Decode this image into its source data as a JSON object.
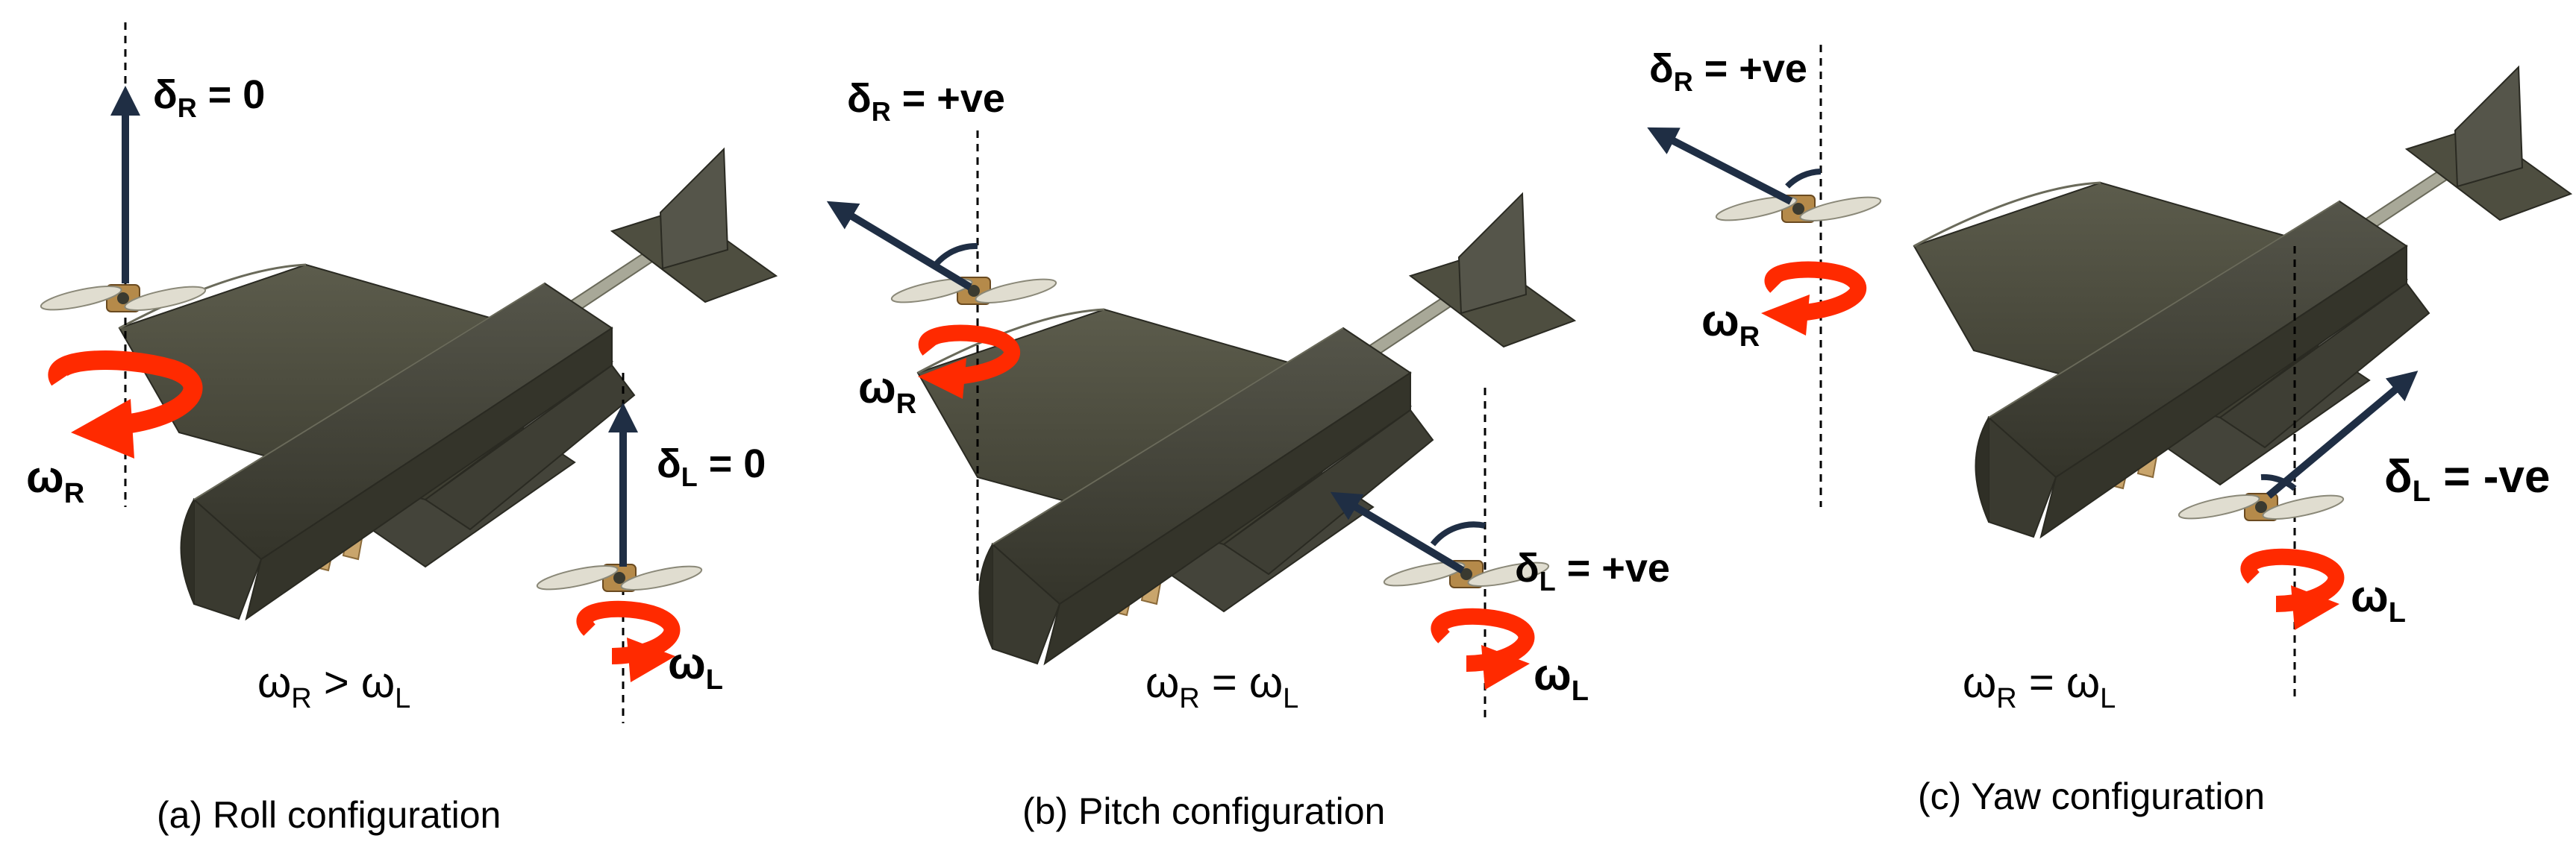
{
  "panels": {
    "roll": {
      "caption": "(a) Roll configuration",
      "delta_r": {
        "sym": "δ",
        "sub": "R",
        "rest": " = 0"
      },
      "delta_l": {
        "sym": "δ",
        "sub": "L",
        "rest": " = 0"
      },
      "omega_r": {
        "sym": "ω",
        "sub": "R"
      },
      "omega_l": {
        "sym": "ω",
        "sub": "L"
      },
      "relation": {
        "a": "ω",
        "a_sub": "R",
        "op": " > ",
        "b": "ω",
        "b_sub": "L"
      }
    },
    "pitch": {
      "caption": "(b) Pitch configuration",
      "delta_r": {
        "sym": "δ",
        "sub": "R",
        "rest": " = +ve"
      },
      "delta_l": {
        "sym": "δ",
        "sub": "L",
        "rest": " = +ve"
      },
      "omega_r": {
        "sym": "ω",
        "sub": "R"
      },
      "omega_l": {
        "sym": "ω",
        "sub": "L"
      },
      "relation": {
        "a": "ω",
        "a_sub": "R",
        "op": " = ",
        "b": "ω",
        "b_sub": "L"
      }
    },
    "yaw": {
      "caption": "(c) Yaw configuration",
      "delta_r": {
        "sym": "δ",
        "sub": "R",
        "rest": " = +ve"
      },
      "delta_l": {
        "sym": "δ",
        "sub": "L",
        "rest": " = -ve"
      },
      "omega_r": {
        "sym": "ω",
        "sub": "R"
      },
      "omega_l": {
        "sym": "ω",
        "sub": "L"
      },
      "relation": {
        "a": "ω",
        "a_sub": "R",
        "op": " = ",
        "b": "ω",
        "b_sub": "L"
      }
    }
  },
  "colors": {
    "airframe": "#4a4a3c",
    "airframe_dark": "#3a3a2e",
    "airframe_light": "#5c5c4c",
    "boom": "#9a9a8a",
    "thrust_arrow": "#1f2e44",
    "rotation_arrow": "#ff2a00",
    "gear": "#c9a56c"
  }
}
